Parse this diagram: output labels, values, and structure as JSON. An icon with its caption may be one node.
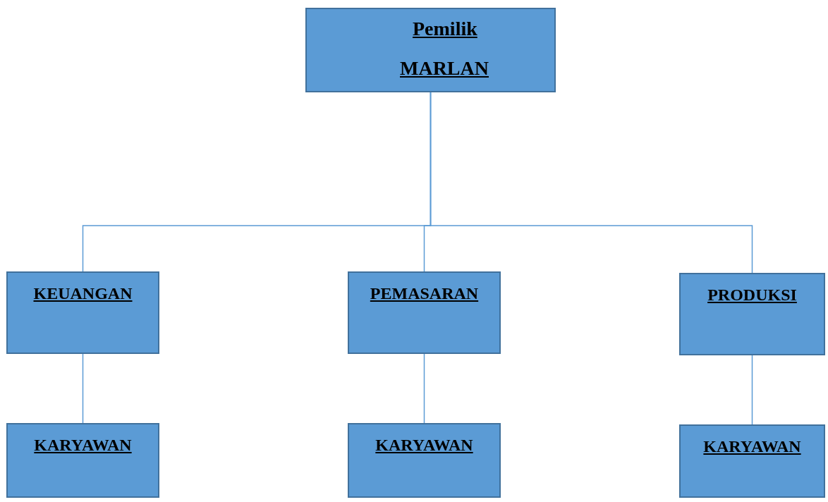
{
  "diagram": {
    "nodes": [
      {
        "text": [
          "Pemilik",
          "MARLAN"
        ]
      },
      {
        "text": [
          "KEUANGAN"
        ]
      },
      {
        "text": [
          "PEMASARAN"
        ]
      },
      {
        "text": [
          "PRODUKSI"
        ]
      },
      {
        "text": [
          "KARYAWAN"
        ]
      },
      {
        "text": [
          "KARYAWAN"
        ]
      },
      {
        "text": [
          "KARYAWAN"
        ]
      }
    ],
    "edges": [
      {
        "from": 0,
        "to": 1,
        "arrow": "none"
      },
      {
        "from": 0,
        "to": 2,
        "arrow": "none"
      },
      {
        "from": 0,
        "to": 3,
        "arrow": "none"
      },
      {
        "from": 1,
        "to": 4,
        "arrow": "none"
      },
      {
        "from": 2,
        "to": 5,
        "arrow": "none"
      },
      {
        "from": 3,
        "to": 6,
        "arrow": "none"
      }
    ]
  }
}
